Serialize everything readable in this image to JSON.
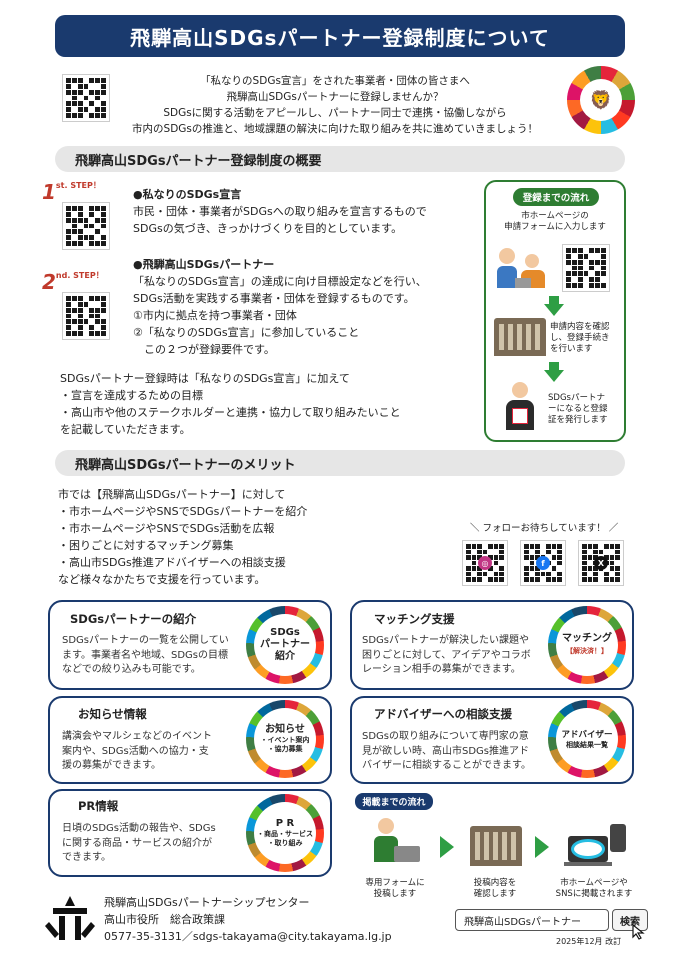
{
  "title": "飛騨高山SDGsパートナー登録制度について",
  "intro": [
    "「私なりのSDGs宣言」をされた事業者・団体の皆さまへ",
    "飛騨高山SDGsパートナーに登録しませんか？",
    "SDGsに関する活動をアピールし、パートナー同士で連携・協働しながら",
    "市内のSDGsの推進と、地域課題の解決に向けた取り組みを共に進めていきましょう！"
  ],
  "overview": {
    "heading": "飛騨高山SDGsパートナー登録制度の概要",
    "step1": {
      "num": "1",
      "label": "st. STEP！",
      "title": "●私なりのSDGs宣言",
      "lines": [
        "市民・団体・事業者がSDGsへの取り組みを宣言するもので",
        "SDGsの気づき、きっかけづくりを目的としています。"
      ]
    },
    "step2": {
      "num": "2",
      "label": "nd. STEP！",
      "title": "●飛騨高山SDGsパートナー",
      "lines": [
        "「私なりのSDGs宣言」の達成に向け目標設定などを行い、",
        "SDGs活動を実践する事業者・団体を登録するものです。",
        "①市内に拠点を持つ事業者・団体",
        "②「私なりのSDGs宣言」に参加していること",
        "　この２つが登録要件です。"
      ]
    },
    "note": [
      "SDGsパートナー登録時は「私なりのSDGs宣言」に加えて",
      "・宣言を達成するための目標",
      "・高山市や他のステークホルダーと連携・協力して取り組みたいこと",
      "を記載していただきます。"
    ],
    "flow": {
      "title": "登録までの流れ",
      "step_a": [
        "市ホームページの",
        "申請フォームに入力します"
      ],
      "step_b": [
        "申請内容を確認",
        "し、登録手続き",
        "を行います"
      ],
      "step_c": [
        "SDGsパートナ",
        "ーになると登録",
        "証を発行します"
      ]
    }
  },
  "merit": {
    "heading": "飛騨高山SDGsパートナーのメリット",
    "lines": [
      "市では【飛騨高山SDGsパートナー】に対して",
      "・市ホームページやSNSでSDGsパートナーを紹介",
      "・市ホームページやSNSでSDGs活動を広報",
      "・困りごとに対するマッチング募集",
      "・高山市SDGs推進アドバイザーへの相談支援",
      "など様々なかたちで支援を行っています。"
    ],
    "follow": "＼ フォローお待ちしています！ ／"
  },
  "cards": {
    "intro": {
      "title": "SDGsパートナーの紹介",
      "body": [
        "SDGsパートナーの一覧を公開してい",
        "ます。事業者名や地域、SDGsの目標",
        "などでの絞り込みも可能です。"
      ],
      "badge": [
        "SDGs",
        "パートナー",
        "紹介"
      ]
    },
    "matching": {
      "title": "マッチング支援",
      "body": [
        "SDGsパートナーが解決したい課題や",
        "困りごとに対して、アイデアやコラボ",
        "レーション相手の募集ができます。"
      ],
      "badge": [
        "マッチング",
        "【解決済！】"
      ]
    },
    "news": {
      "title": "お知らせ情報",
      "body": [
        "講演会やマルシェなどのイベント",
        "案内や、SDGs活動への協力・支",
        "援の募集ができます。"
      ],
      "badge": [
        "お知らせ",
        "・イベント案内",
        "・協力募集"
      ]
    },
    "advisor": {
      "title": "アドバイザーへの相談支援",
      "body": [
        "SDGsの取り組みについて専門家の意",
        "見が欲しい時、高山市SDGs推進アド",
        "バイザーに相談することができます。"
      ],
      "badge": [
        "アドバイザー",
        "相談結果一覧"
      ]
    },
    "pr": {
      "title": "PR情報",
      "body": [
        "日頃のSDGs活動の報告や、SDGs",
        "に関する商品・サービスの紹介が",
        "できます。"
      ],
      "badge": [
        "P R",
        "・商品・サービス",
        "・取り組み"
      ]
    }
  },
  "publish_flow": {
    "title": "掲載までの流れ",
    "steps": [
      [
        "専用フォームに",
        "投稿します"
      ],
      [
        "投稿内容を",
        "確認します"
      ],
      [
        "市ホームページや",
        "SNSに掲載されます"
      ]
    ]
  },
  "footer": {
    "org": "飛騨高山SDGsパートナーシップセンター",
    "dept": "高山市役所　総合政策課",
    "contact": "0577-35-3131／sdgs-takayama@city.takayama.lg.jp",
    "search_text": "飛騨高山SDGsパートナー",
    "search_button": "検索",
    "revision": "2025年12月 改訂"
  },
  "colors": {
    "navy": "#1a3a6e",
    "green": "#2e7d32",
    "step_red": "#c0392b"
  }
}
